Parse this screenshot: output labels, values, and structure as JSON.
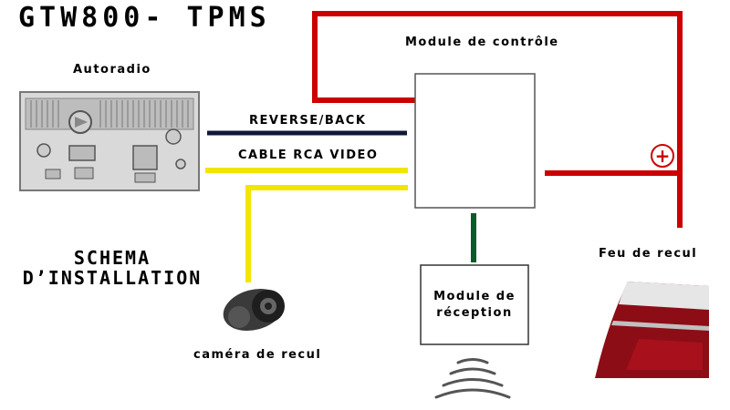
{
  "title": "GTW800- TPMS",
  "labels": {
    "autoradio": "Autoradio",
    "module_controle": "Module de contrôle",
    "reverse_back": "REVERSE/BACK",
    "cable_rca": "CABLE RCA VIDEO",
    "schema_line1": "SCHEMA",
    "schema_line2": "D’INSTALLATION",
    "camera": "caméra de recul",
    "module_reception_line1": "Module de",
    "module_reception_line2": "réception",
    "feu_recul": "Feu de recul"
  },
  "symbols": {
    "plus": "+"
  },
  "colors": {
    "red_wire": "#cc0000",
    "dark_wire": "#101836",
    "yellow_wire": "#f2e600",
    "green_wire": "#0a5a2a"
  }
}
